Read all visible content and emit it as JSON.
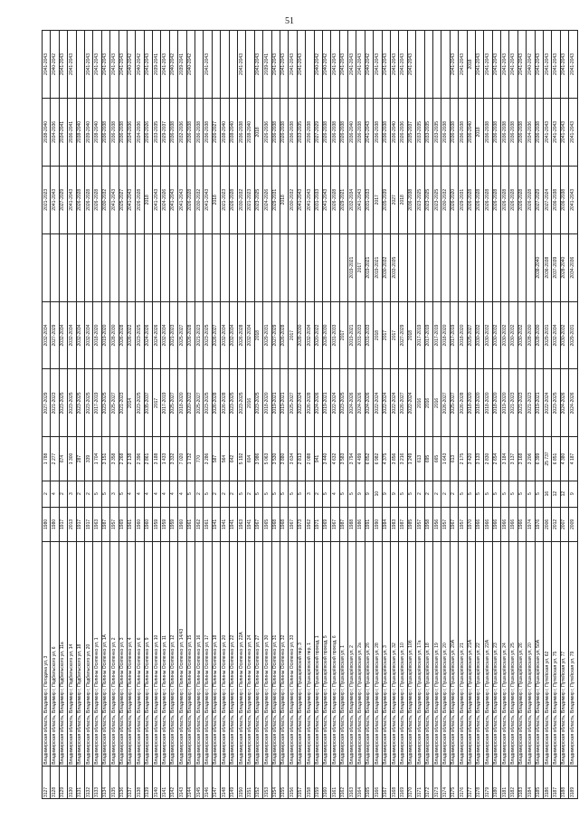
{
  "page_number": "51",
  "rows": [
    [
      "3127",
      "Владимирская область, Владимир г, Погодина ул, 3",
      "1980",
      "2",
      "1 788",
      "2027-2029",
      "2032-2034",
      "",
      "2021-2023",
      "2038-2040",
      "2041-2043"
    ],
    [
      "3128",
      "Владимирская область, Владимир г, Подбельского ул, 6",
      "1980",
      "4",
      "2 277",
      "2021-2023",
      "2027-2029",
      "",
      "2041-2043",
      "2034-2036",
      "2040-2042"
    ],
    [
      "3129",
      "Владимирская область, Владимир г, Подбельского ул, 11а",
      "1917",
      "2",
      "674",
      "2023-2025",
      "2032-2034",
      "",
      "2027-2029",
      "2034-2041",
      "2041-2043"
    ],
    [
      "3130",
      "Владимирская область, Владимир г, Подбельского ул, 14",
      "2013",
      "3",
      "1 300",
      "2023-2025",
      "2032-2034",
      "",
      "2041-2043",
      "2036-2041",
      "2041-2043"
    ],
    [
      "3131",
      "Владимирская область, Владимир г, Подбельского ул, 18",
      "1917",
      "2",
      "287",
      "2023-2025",
      "2032-2034",
      "",
      "2026-2028",
      "2038-2040",
      ""
    ],
    [
      "3132",
      "Владимирская область, Владимир г, Подбельского ул, 20",
      "1917",
      "2",
      "339",
      "2023-2025",
      "2032-2034",
      "",
      "2026-2028",
      "2039-2040",
      "2041-2043"
    ],
    [
      "3133",
      "Владимирская область, Владимир г, Полины Осипенко ул, 1",
      "1963",
      "5",
      "1 704",
      "2017-2019",
      "2018-2020",
      "",
      "2026-2028",
      "2038-2040",
      "2041-2043"
    ],
    [
      "3134",
      "Владимирская область, Владимир г, Полины Осипенко ул, 1А",
      "1987",
      "5",
      "3 151",
      "2023-2025",
      "2019-2020",
      "",
      "2030-2032",
      "2036-2038",
      "2041-2043"
    ],
    [
      "3135",
      "Владимирская область, Владимир г, Полины Осипенко ул, 2",
      "1957",
      "3",
      "3 358",
      "2025-2027",
      "2028-2030",
      "",
      "2041-2043",
      "2036-2038",
      "2041-2043"
    ],
    [
      "3136",
      "Владимирская область, Владимир г, Полины Осипенко ул, 3",
      "1969",
      "5",
      "2 268",
      "2021-2023",
      "2026-2028",
      "",
      "2025-2027",
      "2036-2038",
      "2041-2043"
    ],
    [
      "3137",
      "Владимирская область, Владимир г, Полины Осипенко ул, 4",
      "1961",
      "4",
      "2 138",
      "2014",
      "2026-2022",
      "",
      "2041-2043",
      "2034-2036",
      "2040-2042"
    ],
    [
      "3138",
      "Владимирская область, Владимир г, Полины Осипенко ул, 6",
      "1960",
      "4",
      "2 396",
      "2023-2025",
      "2023-2025",
      "",
      "2026-2028",
      "2034-2036",
      "2040-2042"
    ],
    [
      "3139",
      "Владимирская область, Владимир г, Полины Осипенко ул, 9",
      "1960",
      "4",
      "2 861",
      "2035-2037",
      "2024-2026",
      "",
      "2018",
      "2026-2026",
      "2041-2043"
    ],
    [
      "3140",
      "Владимирская область, Владимир г, Полины Осипенко ул, 10",
      "1959",
      "4",
      "3 188",
      "2017",
      "2024-2026",
      "",
      "2041-2043",
      "2033-2035",
      "2039-2041"
    ],
    [
      "3141",
      "Владимирская область, Владимир г, Полины Осипенко ул, 11",
      "1959",
      "4",
      "1 433",
      "2017-2019",
      "2032-2034",
      "",
      "2024-2026",
      "2029-2037",
      "2041-2043"
    ],
    [
      "3142",
      "Владимирская область, Владимир г, Полины Осипенко ул, 12",
      "1959",
      "4",
      "3 332",
      "2025-2027",
      "2021-2023",
      "",
      "2041-2043",
      "2036-2038",
      "2040-2042"
    ],
    [
      "3143",
      "Владимирская область, Владимир г, Полины Осипенко ул, 14/43",
      "1960",
      "4",
      "7 020",
      "2018-2020",
      "2025-2027",
      "",
      "2041-2043",
      "2032-2036",
      "2039-2041"
    ],
    [
      "3144",
      "Владимирская область, Владимир г, Полины Осипенко ул, 15",
      "1961",
      "5",
      "1 732",
      "2020-2022",
      "2026-2028",
      "",
      "2026-2028",
      "2036-2038",
      "2040-2042"
    ],
    [
      "3145",
      "Владимирская область, Владимир г, Полины Осипенко ул, 16",
      "1962",
      "2",
      "770",
      "2025-2027",
      "2021-2023",
      "",
      "2030-2032",
      "2036-2038",
      ""
    ],
    [
      "3146",
      "Владимирская область, Владимир г, Полины Осипенко ул, 17",
      "1961",
      "5",
      "3 286",
      "2023-2025",
      "2023-2025",
      "",
      "2041-2043",
      "2036-2038",
      "2041-2043"
    ],
    [
      "3147",
      "Владимирская область, Владимир г, Полины Осипенко ул, 18",
      "1941",
      "2",
      "587",
      "2026-2028",
      "2026-2027",
      "",
      "2018",
      "2026-2027",
      ""
    ],
    [
      "3148",
      "Владимирская область, Владимир г, Полины Осипенко ул, 20",
      "1941",
      "2",
      "564",
      "2026-2028",
      "2032-2034",
      "",
      "2021-2023",
      "2038-2040",
      ""
    ],
    [
      "3149",
      "Владимирская область, Владимир г, Полины Осипенко ул, 22",
      "1941",
      "2",
      "642",
      "2023-2025",
      "2032-2034",
      "",
      "2026-2028",
      "2038-2040",
      ""
    ],
    [
      "3150",
      "Владимирская область, Владимир г, Полины Осипенко ул, 22А",
      "1963",
      "5",
      "5 192",
      "2023-2025",
      "2026-2028",
      "",
      "2030-2032",
      "2036-2038",
      "2041-2043"
    ],
    [
      "3151",
      "Владимирская область, Владимир г, Полины Осипенко ул, 24",
      "1941",
      "2",
      "604",
      "2016",
      "2032-2034",
      "",
      "2021-2023",
      "2038-2040",
      ""
    ],
    [
      "3152",
      "Владимирская область, Владимир г, Полины Осипенко ул, 27",
      "1967",
      "5",
      "3 986",
      "2023-2025",
      "2018",
      "",
      "2023-2025",
      "2018",
      "2041-2043"
    ],
    [
      "3153",
      "Владимирская область, Владимир г, Полины Осипенко ул, 30",
      "1965",
      "5",
      "5 063",
      "2018-2020",
      "2029-2031",
      "",
      "2024-2026",
      "2026-2036",
      "2039-2041"
    ],
    [
      "3154",
      "Владимирская область, Владимир г, Полины Осипенко ул, 31",
      "1968",
      "5",
      "3 530",
      "2019-2021",
      "2027-2029",
      "",
      "2029-2031",
      "2036-2038",
      "2041-2043"
    ],
    [
      "3155",
      "Владимирская область, Владимир г, Полины Осипенко ул, 32",
      "1968",
      "5",
      "3 880",
      "2019-2021",
      "2026-2028",
      "",
      "2018",
      "2026-2038",
      "2041-2043"
    ],
    [
      "3156",
      "Владимирская область, Владимир г, Полины Осипенко ул, 33",
      "1967",
      "5",
      "3 634",
      "2025-2027",
      "2017",
      "",
      "2030-2032",
      "2036-2038",
      "2041-2043"
    ],
    [
      "3157",
      "Владимирская область, Владимир г, Пушкарёвский пер, 3",
      "1973",
      "5",
      "2 813",
      "2022-2024",
      "2028-2030",
      "",
      "2041-2043",
      "2033-2035",
      "2041-2043"
    ],
    [
      "3158",
      "Владимирская область, Владимир г, Пушкарёвский пер, 1",
      "1962",
      "3",
      "2 088",
      "2026-2028",
      "2032-2034",
      "",
      "2041-2043",
      "2036-2038",
      ""
    ],
    [
      "3159",
      "Владимирская область, Владимир г, Пушкарёвский проезд, 1",
      "1971",
      "2",
      "941",
      "2024-2026",
      "2020-2022",
      "",
      "2031-2033",
      "2027-2029",
      "2040-2042"
    ],
    [
      "3160",
      "Владимирская область, Владимир г, Пушкарёвский проезд, 5",
      "1969",
      "5",
      "3 440",
      "2019-2021",
      "2028-2030",
      "",
      "2041-2043",
      "2026-2038",
      "2040-2042"
    ],
    [
      "3161",
      "Владимирская область, Владимир г, Пушкарёвский проезд, 6",
      "1967",
      "4",
      "4 632",
      "2022-2024",
      "2031-2033",
      "",
      "2026-2028",
      "2036-2038",
      "2041-2043"
    ],
    [
      "3162",
      "Владимирская область, Владимир г, Пушкарёвская ул, 1",
      "1987",
      "5",
      "3 583",
      "2023-2025",
      "2017",
      "",
      "2029-2021",
      "2026-2038",
      "2041-2043"
    ],
    [
      "3163",
      "Владимирская область, Владимир г, Пушкарёвская ул, 2",
      "1988",
      "5",
      "3 794",
      "2024-2026",
      "2019-2021",
      "2019-2021",
      "2032-2034",
      "2036-2040",
      "2041-2043"
    ],
    [
      "3164",
      "Владимирская область, Владимир г, Пушкарёвская ул, 2а",
      "1986",
      "9",
      "4 499",
      "2024-2026",
      "2031-2033",
      "2017",
      "2041-2043",
      "2036-2038",
      "2041-2043"
    ],
    [
      "3165",
      "Владимирская область, Владимир г, Пушкарёвская ул, 2б",
      "1991",
      "9",
      "6 852",
      "2024-2026",
      "2031-2033",
      "2019-2021",
      "2031-2033",
      "2041-2043",
      "2040-2042"
    ],
    [
      "3166",
      "Владимирская область, Владимир г, Пушкарёвская ул, 28",
      "1990",
      "10",
      "6 982",
      "2022-2024",
      "2018",
      "2019-2021",
      "2017",
      "2036-2038",
      "2041-2043"
    ],
    [
      "3167",
      "Владимирская область, Владимир г, Пушкарёвская ул, 3",
      "1984",
      "9",
      "4 375",
      "2022-2024",
      "2017",
      "2030-2032",
      "2035-2039",
      "2036-2038",
      "2041-2043"
    ],
    [
      "3168",
      "Владимирская область, Владимир г, Пушкарёвская ул, 32",
      "1983",
      "9",
      "3 856",
      "2022-2024",
      "2017",
      "2033-2035",
      "2027",
      "2036-2040",
      "2041-2043"
    ],
    [
      "3169",
      "Владимирская область, Владимир г, Пушкарёвская ул, 10",
      "1987",
      "5",
      "3 216",
      "2026-2027",
      "2027-2029",
      "",
      "2018",
      "2026-2036",
      "2041-2043"
    ],
    [
      "3170",
      "Владимирская область, Владимир г, Пушкарёвская ул, 10б",
      "1985",
      "5",
      "1 249",
      "2022-2024",
      "2018",
      "",
      "2036-2038",
      "2035-2037",
      "2041-2043"
    ],
    [
      "3171",
      "Владимирская область, Владимир г, Пушкарёвская ул, 17а",
      "1957",
      "2",
      "613",
      "2016",
      "2017-2019",
      "",
      "2023-2025",
      "2033-2035",
      ""
    ],
    [
      "3172",
      "Владимирская область, Владимир г, Пушкарёвская ул, 18",
      "1958",
      "2",
      "695",
      "2016",
      "2017-2019",
      "",
      "2023-2025",
      "2033-2035",
      ""
    ],
    [
      "3173",
      "Владимирская область, Владимир г, Пушкарёвская ул, 19",
      "1956",
      "2",
      "665",
      "2016",
      "2017-2019",
      "",
      "2023-2025",
      "2033-2035",
      ""
    ],
    [
      "3174",
      "Владимирская область, Владимир г, Пушкарёвская ул, 20",
      "1957",
      "2",
      "1 643",
      "2026-2027",
      "2018-2020",
      "",
      "2030-2032",
      "2036-2038",
      ""
    ],
    [
      "3175",
      "Владимирская область, Владимир г, Пушкарёвская ул, 20А",
      "1967",
      "2",
      "613",
      "2025-2027",
      "2017-2019",
      "",
      "2026-2020",
      "2036-2038",
      "2041-2043"
    ],
    [
      "3176",
      "Владимирская область, Владимир г, Пушкарёвская ул, 21",
      "1957",
      "5",
      "2 175",
      "2026-2028",
      "2018-2020",
      "",
      "2029-2031",
      "2036-2038",
      "2041-2043"
    ],
    [
      "3177",
      "Владимирская область, Владимир г, Пушкарёвская ул, 21А",
      "1970",
      "5",
      "3 420",
      "2018-2020",
      "2025-2027",
      "",
      "2026-2028",
      "2036-2040",
      "2018"
    ],
    [
      "3178",
      "Владимирская область, Владимир г, Пушкарёвская ул, 22",
      "1966",
      "5",
      "3 133",
      "2018-2020",
      "2030-2032",
      "",
      "2026-2028",
      "2018",
      "2041-2043"
    ],
    [
      "3179",
      "Владимирская область, Владимир г, Пушкарёвская ул, 22А",
      "1966",
      "5",
      "2 830",
      "2018-2020",
      "2030-2032",
      "",
      "2026-2028",
      "2036-2038",
      "2041-2043"
    ],
    [
      "3180",
      "Владимирская область, Владимир г, Пушкарёвская ул, 23",
      "1966",
      "5",
      "2 654",
      "2018-2020",
      "2030-2032",
      "",
      "2026-2028",
      "2036-2038",
      "2041-2043"
    ],
    [
      "3181",
      "Владимирская область, Владимир г, Пушкарёвская ул, 24",
      "1966",
      "5",
      "3 184",
      "2019-2020",
      "2030-2032",
      "",
      "2026-2028",
      "2036-2038",
      "2041-2043"
    ],
    [
      "3182",
      "Владимирская область, Владимир г, Пушкарёвская ул, 25",
      "1966",
      "5",
      "3 137",
      "2021-2023",
      "2030-2032",
      "",
      "2026-2028",
      "2036-2038",
      "2041-2043"
    ],
    [
      "3183",
      "Владимирская область, Владимир г, Пушкарёвская ул, 26",
      "1966",
      "5",
      "3 168",
      "2021-2023",
      "2030-2032",
      "",
      "2026-2028",
      "2036-2038",
      "2041-2043"
    ],
    [
      "3184",
      "Владимирская область, Владимир г, Пушкарёвская ул, 20",
      "1974",
      "5",
      "3 206",
      "2021-2023",
      "2028-2030",
      "",
      "2026-2028",
      "2034-2036",
      "2040-2042"
    ],
    [
      "3185",
      "Владимирская область, Владимир г, Пушкарёвская ул, 50А",
      "1976",
      "5",
      "6 399",
      "2019-2021",
      "2028-2030",
      "2038-2040",
      "2027-2029",
      "2036-2038",
      "2041-2043"
    ],
    [
      "3186",
      "Владимирская область, Владимир г, Путейская ул, 62",
      "2006",
      "16",
      "25 737",
      "2022-2024",
      "2029-2031",
      "2036-2038",
      "2027-2024",
      "2041-2043",
      "2041-2043"
    ],
    [
      "3187",
      "Владимирская область, Владимир г, Путейская ул, 75",
      "2012",
      "12",
      "6 851",
      "2023-2025",
      "2032-2034",
      "2037-2039",
      "2036-2038",
      "2041-2043",
      "2041-2043"
    ],
    [
      "3188",
      "Владимирская область, Владимир г, Путейская ул, 77",
      "2007",
      "12",
      "4 380",
      "2024-2026",
      "2030-2032",
      "2028-2040",
      "2036-2038",
      "2041-2043",
      "2041-2043"
    ],
    [
      "3189",
      "Владимирская область, Владимир г, Путейская ул, 79",
      "2009",
      "9",
      "4 187",
      "2024-2026",
      "2029-2031",
      "2034-2036",
      "2041-2043",
      "2041-2043",
      "2041-2043"
    ]
  ]
}
